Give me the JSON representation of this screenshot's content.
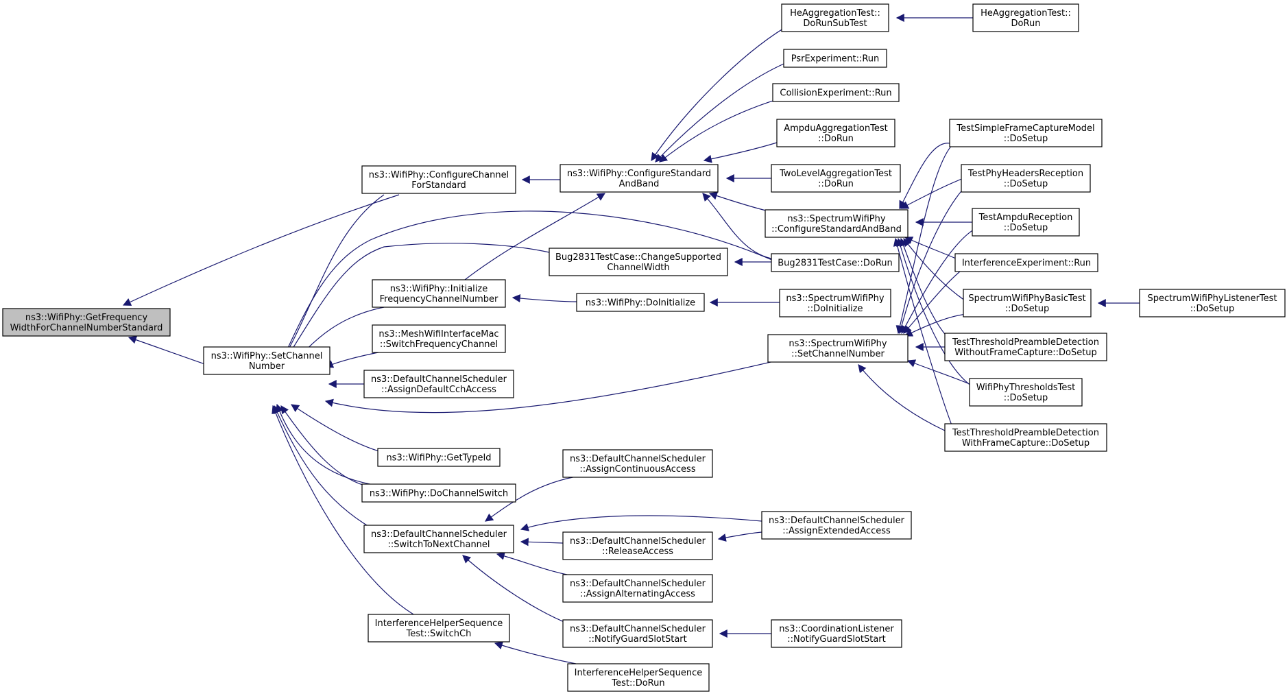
{
  "graph": {
    "colors": {
      "edge": "#191970",
      "root_fill": "#bfbfbf",
      "node_fill": "#ffffff",
      "node_border": "#000000"
    },
    "nodes": [
      {
        "id": "getfreq",
        "label": [
          "ns3::WifiPhy::GetFrequency",
          "WidthForChannelNumberStandard"
        ],
        "root": true
      },
      {
        "id": "setchan",
        "label": [
          "ns3::WifiPhy::SetChannel",
          "Number"
        ]
      },
      {
        "id": "confchan",
        "label": [
          "ns3::WifiPhy::ConfigureChannel",
          "ForStandard"
        ]
      },
      {
        "id": "confstd",
        "label": [
          "ns3::WifiPhy::ConfigureStandard",
          "AndBand"
        ]
      },
      {
        "id": "heaggsub",
        "label": [
          "HeAggregationTest::",
          "DoRunSubTest"
        ]
      },
      {
        "id": "heagg",
        "label": [
          "HeAggregationTest::",
          "DoRun"
        ]
      },
      {
        "id": "psr",
        "label": [
          "PsrExperiment::Run"
        ]
      },
      {
        "id": "collision",
        "label": [
          "CollisionExperiment::Run"
        ]
      },
      {
        "id": "ampduagg",
        "label": [
          "AmpduAggregationTest",
          "::DoRun"
        ]
      },
      {
        "id": "twolevel",
        "label": [
          "TwoLevelAggregationTest",
          "::DoRun"
        ]
      },
      {
        "id": "specconf",
        "label": [
          "ns3::SpectrumWifiPhy",
          "::ConfigureStandardAndBand"
        ]
      },
      {
        "id": "bugchange",
        "label": [
          "Bug2831TestCase::ChangeSupported",
          "ChannelWidth"
        ]
      },
      {
        "id": "bugrun",
        "label": [
          "Bug2831TestCase::DoRun"
        ]
      },
      {
        "id": "initfreq",
        "label": [
          "ns3::WifiPhy::Initialize",
          "FrequencyChannelNumber"
        ]
      },
      {
        "id": "doinit",
        "label": [
          "ns3::WifiPhy::DoInitialize"
        ]
      },
      {
        "id": "specdoinit",
        "label": [
          "ns3::SpectrumWifiPhy",
          "::DoInitialize"
        ]
      },
      {
        "id": "meshswitch",
        "label": [
          "ns3::MeshWifiInterfaceMac",
          "::SwitchFrequencyChannel"
        ]
      },
      {
        "id": "assigncch",
        "label": [
          "ns3::DefaultChannelScheduler",
          "::AssignDefaultCchAccess"
        ]
      },
      {
        "id": "specsetchan",
        "label": [
          "ns3::SpectrumWifiPhy",
          "::SetChannelNumber"
        ]
      },
      {
        "id": "gettypeid",
        "label": [
          "ns3::WifiPhy::GetTypeId"
        ]
      },
      {
        "id": "dochanswitch",
        "label": [
          "ns3::WifiPhy::DoChannelSwitch"
        ]
      },
      {
        "id": "switchnext",
        "label": [
          "ns3::DefaultChannelScheduler",
          "::SwitchToNextChannel"
        ]
      },
      {
        "id": "assigncont",
        "label": [
          "ns3::DefaultChannelScheduler",
          "::AssignContinuousAccess"
        ]
      },
      {
        "id": "releaseacc",
        "label": [
          "ns3::DefaultChannelScheduler",
          "::ReleaseAccess"
        ]
      },
      {
        "id": "assignext",
        "label": [
          "ns3::DefaultChannelScheduler",
          "::AssignExtendedAccess"
        ]
      },
      {
        "id": "assignalt",
        "label": [
          "ns3::DefaultChannelScheduler",
          "::AssignAlternatingAccess"
        ]
      },
      {
        "id": "notifyguard",
        "label": [
          "ns3::DefaultChannelScheduler",
          "::NotifyGuardSlotStart"
        ]
      },
      {
        "id": "coordnotify",
        "label": [
          "ns3::CoordinationListener",
          "::NotifyGuardSlotStart"
        ]
      },
      {
        "id": "ihswitch",
        "label": [
          "InterferenceHelperSequence",
          "Test::SwitchCh"
        ]
      },
      {
        "id": "ihdorun",
        "label": [
          "InterferenceHelperSequence",
          "Test::DoRun"
        ]
      },
      {
        "id": "tsfcm",
        "label": [
          "TestSimpleFrameCaptureModel",
          "::DoSetup"
        ]
      },
      {
        "id": "tphr",
        "label": [
          "TestPhyHeadersReception",
          "::DoSetup"
        ]
      },
      {
        "id": "tampdu",
        "label": [
          "TestAmpduReception",
          "::DoSetup"
        ]
      },
      {
        "id": "interfexp",
        "label": [
          "InterferenceExperiment::Run"
        ]
      },
      {
        "id": "swpbasic",
        "label": [
          "SpectrumWifiPhyBasicTest",
          "::DoSetup"
        ]
      },
      {
        "id": "swplistener",
        "label": [
          "SpectrumWifiPhyListenerTest",
          "::DoSetup"
        ]
      },
      {
        "id": "ttpd_wo",
        "label": [
          "TestThresholdPreambleDetection",
          "WithoutFrameCapture::DoSetup"
        ]
      },
      {
        "id": "wpthresh",
        "label": [
          "WifiPhyThresholdsTest",
          "::DoSetup"
        ]
      },
      {
        "id": "ttpd_w",
        "label": [
          "TestThresholdPreambleDetection",
          "WithFrameCapture::DoSetup"
        ]
      }
    ]
  }
}
